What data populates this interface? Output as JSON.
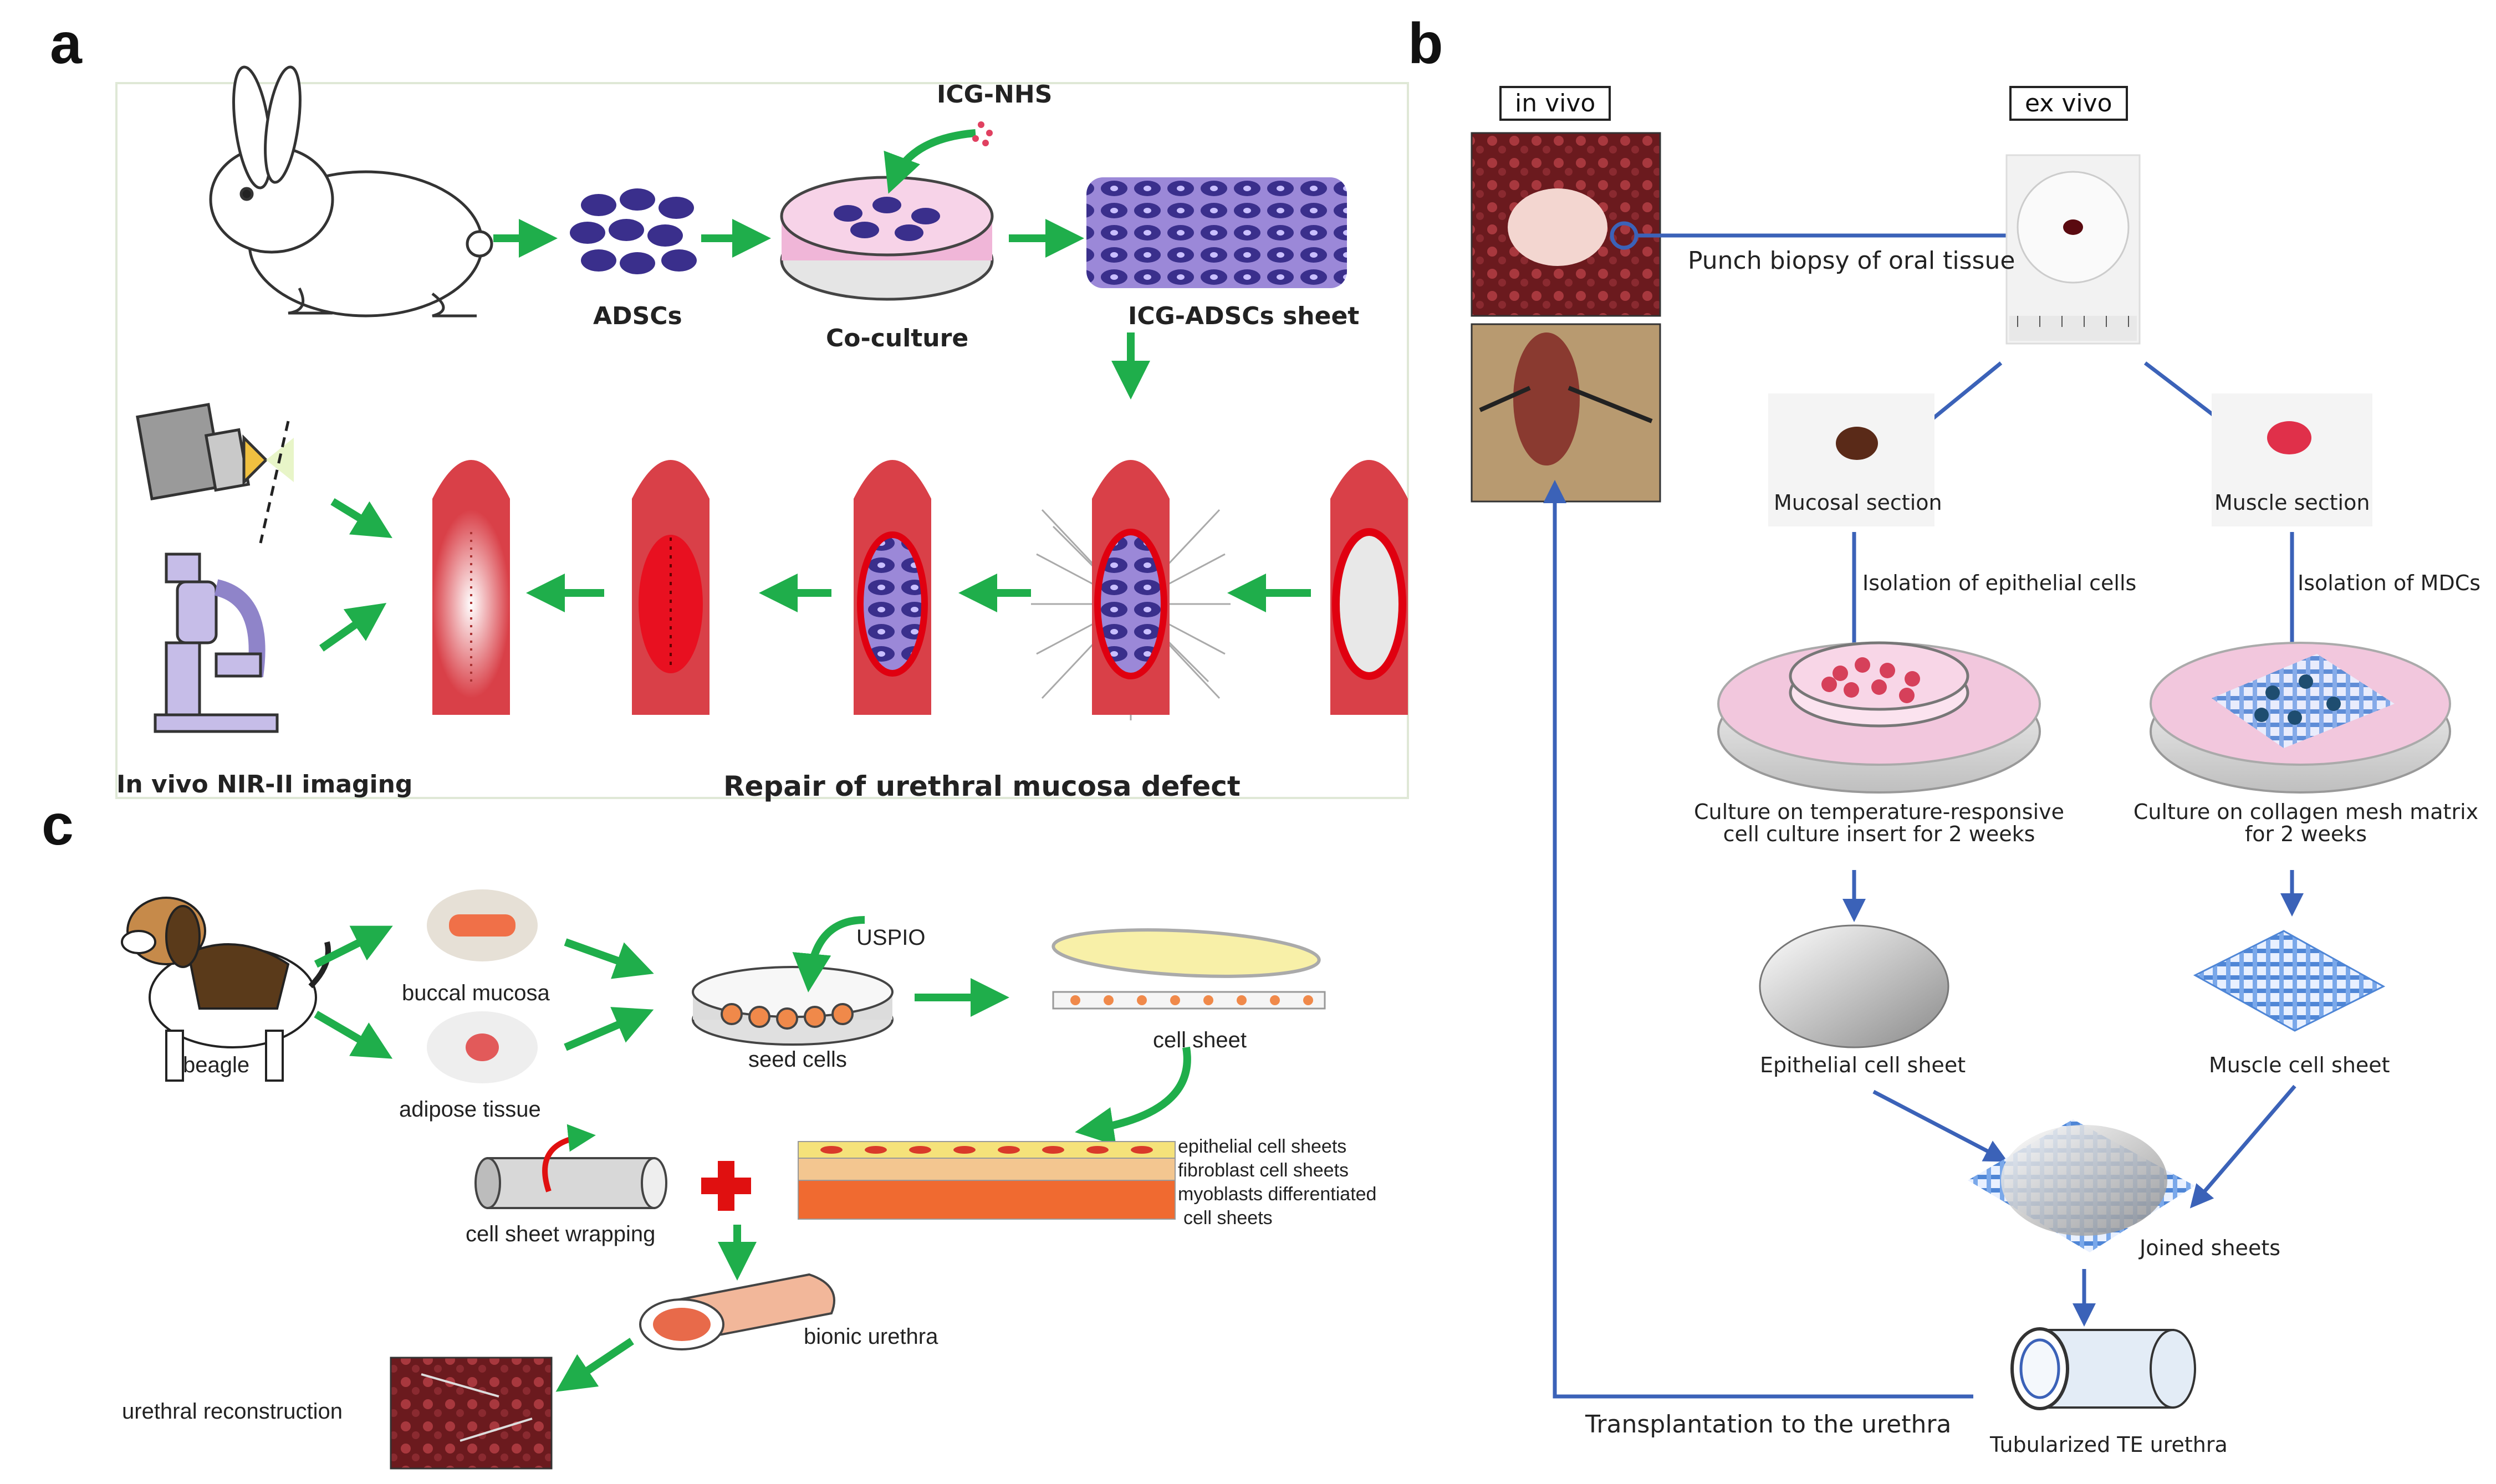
{
  "colors": {
    "accent_green": "#1fae4b",
    "accent_blue": "#3b62b8",
    "tissue_red": "#d9363e",
    "cell_purple": "#3a2f8c",
    "dish_pink": "#f0b6d8"
  },
  "panel_a": {
    "label": "a",
    "reagent": "ICG-NHS",
    "adscs": "ADSCs",
    "coculture": "Co-culture",
    "sheet": "ICG-ADSCs sheet",
    "imaging": "In vivo NIR-II imaging",
    "repair": "Repair of urethral mucosa defect",
    "icons": [
      "rabbit-icon",
      "nir-camera-icon",
      "microscope-icon",
      "petri-dish-icon"
    ]
  },
  "panel_b": {
    "label": "b",
    "in_vivo": "in  vivo",
    "ex_vivo": "ex vivo",
    "biopsy": "Punch biopsy of oral tissue",
    "mucosal": "Mucosal section",
    "muscle": "Muscle section",
    "iso_epi": "Isolation of epithelial cells",
    "iso_mdc": "Isolation of MDCs",
    "culture_left_1": "Culture on temperature-responsive",
    "culture_left_2": "cell culture insert for 2 weeks",
    "culture_right_1": "Culture on collagen mesh matrix",
    "culture_right_2": "for 2 weeks",
    "epi_sheet": "Epithelial cell sheet",
    "muscle_sheet": "Muscle cell sheet",
    "joined": "Joined sheets",
    "tubular": "Tubularized TE urethra",
    "transplant": "Transplantation to the urethra"
  },
  "panel_c": {
    "label": "c",
    "beagle": "beagle",
    "buccal": "buccal mucosa",
    "adipose": "adipose tissue",
    "uspio": "USPIO",
    "seed": "seed cells",
    "cell_sheet": "cell sheet",
    "epithelial_sheets": "epithelial cell sheets",
    "fibroblast_sheets": "fibroblast cell sheets",
    "myoblast_1": "myoblasts differentiated",
    "myoblast_2": "cell sheets",
    "wrapping": "cell sheet wrapping",
    "bionic": "bionic urethra",
    "reconstruction": "urethral reconstruction",
    "icons": [
      "beagle-icon",
      "plus-icon"
    ]
  }
}
